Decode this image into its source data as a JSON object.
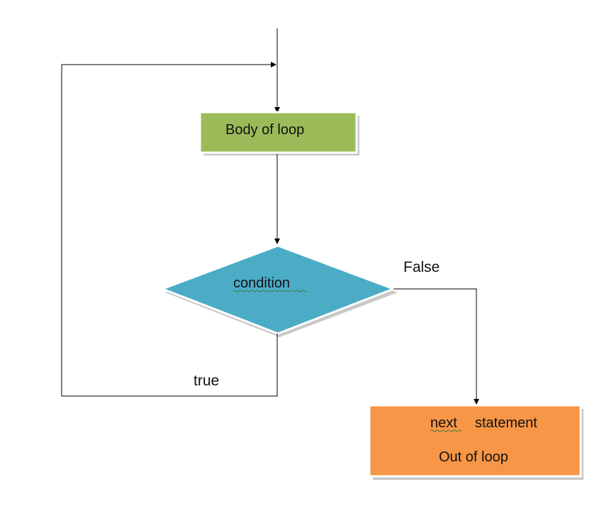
{
  "diagram": {
    "nodes": {
      "body_of_loop": {
        "label": "Body of loop",
        "fill": "#9bbb59",
        "shape": "rectangle"
      },
      "condition": {
        "label": "condition",
        "fill": "#4bacc6",
        "shape": "diamond"
      },
      "next_statement": {
        "line1_word1": "next",
        "line1_word2": "statement",
        "line2": "Out of loop",
        "fill": "#f79646",
        "shape": "rectangle"
      }
    },
    "edges": {
      "false_label": "False",
      "true_label": "true"
    },
    "colors": {
      "line": "#000000",
      "shadow": "#c8c8c8",
      "spellcheck_underline": "#3b7d3b"
    }
  }
}
